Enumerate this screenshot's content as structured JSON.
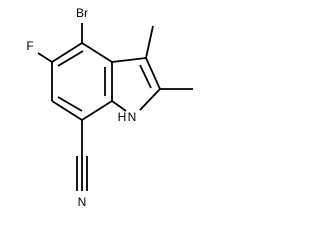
{
  "molecule": {
    "atoms": {
      "bromine": "Br",
      "fluorine": "F",
      "nitrogen_h": "H",
      "nitrogen_n": "N",
      "nitrile_n": "N"
    }
  }
}
